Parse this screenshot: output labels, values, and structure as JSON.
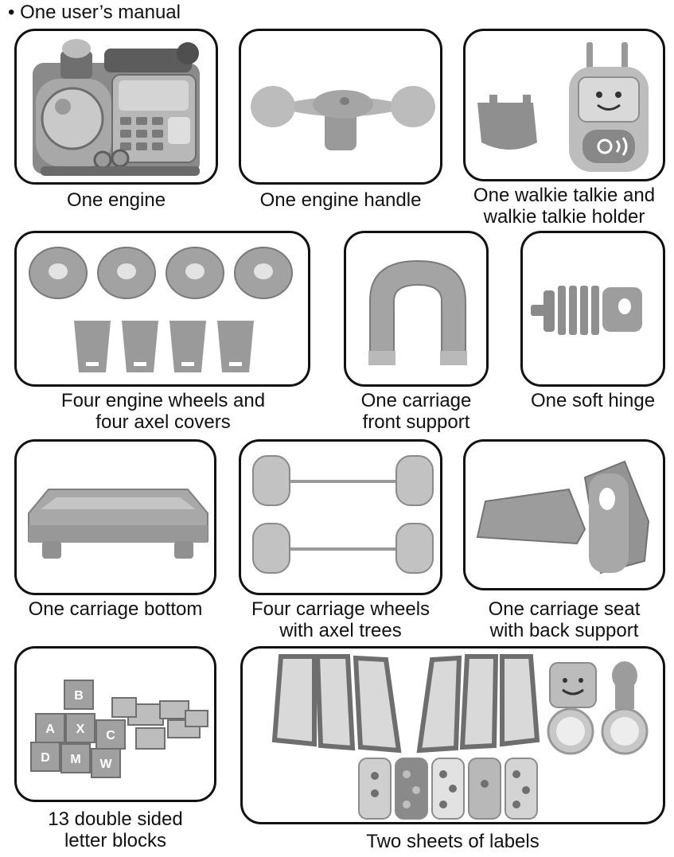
{
  "header": {
    "bullet": "•",
    "text": "One user’s manual"
  },
  "items": [
    {
      "lines": [
        "One engine"
      ]
    },
    {
      "lines": [
        "One engine handle"
      ]
    },
    {
      "lines": [
        "One walkie talkie and",
        "walkie talkie holder"
      ]
    },
    {
      "lines": [
        "Four engine wheels and",
        "four axel covers"
      ]
    },
    {
      "lines": [
        "One carriage",
        "front support"
      ]
    },
    {
      "lines": [
        "One soft hinge"
      ]
    },
    {
      "lines": [
        "One carriage bottom"
      ]
    },
    {
      "lines": [
        "Four carriage wheels",
        "with axel trees"
      ]
    },
    {
      "lines": [
        "One carriage seat",
        "with back support"
      ]
    },
    {
      "lines": [
        "13 double sided",
        "letter blocks"
      ]
    },
    {
      "lines": [
        "Two sheets of labels"
      ]
    }
  ],
  "block_letters": [
    "A",
    "B",
    "C",
    "D",
    "M",
    "W",
    "X"
  ]
}
